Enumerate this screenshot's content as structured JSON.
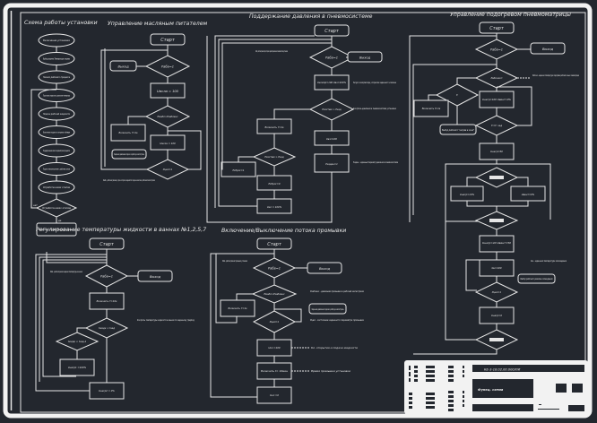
{
  "colors": {
    "background": "#23272e",
    "lines": "#e6e6e6",
    "frame": "#f2f2f2"
  },
  "sections": {
    "scheme": {
      "title": "Схема работы установки",
      "steps": [
        "Включение установки",
        "Выбор рецепта Температура нагрева",
        "Начало рабочего процесса",
        "Подготовка жидкости в диапазоне температур",
        "Подача рабочей жидкости",
        "Включение подачи и нагрев в таймере",
        "Поддержание всех параметров процесса",
        "Подача теплоносителя к рабочим зонам",
        "Отработка всех этапов"
      ],
      "yes": "да",
      "no": "нет",
      "end": "Выключение установки, Завершение процесса"
    },
    "pump": {
      "title": "Управление масляным питателем",
      "start": "Старт",
      "exit": "Выход",
      "cond1": "Рабв=1",
      "yes": "да",
      "no": "нет",
      "box1": "Uмсла = 100",
      "cond2": "Рмабл>Рзабланс",
      "box2": "Включить Y=1s",
      "box3": "Uмсла = 100",
      "note1": "Заданное давление подачи в рабочую магистраль",
      "cond3": "Рцел=1",
      "note2": "Rабв - рабочий режим, при котором задается подача масла в рабочей магистрали"
    },
    "pressure": {
      "title": "Поддержание давления в пневмосистеме",
      "start": "Старт",
      "exit": "Выход",
      "cond1": "Рабв=1",
      "yes": "да",
      "no": "нет",
      "note1": "Рабв - рабочий режим при котором задается давление в пневмосистеме установки",
      "box1": "Uкомпр=100 Uвз=100%",
      "note2": "Запуск компрессора, открытие заданного клапана",
      "cond2": "Рсистем > Рзад",
      "note3": "Контроль давления в пневмосистеме установки",
      "box2": "Включить Y=1s",
      "box3": "Uвз=100",
      "cond3": "Рсистем > Рзад",
      "box4": "Рсброс=1",
      "box5": "Рсброс=0",
      "box6": "Рзадан=1",
      "box7": "Uкл = 100%",
      "note4": "Рзадан - заданный параметр давления в пневмосистеме"
    },
    "temp_control": {
      "title": "Управление подогревом пневмоматрицы",
      "start": "Старт",
      "exit": "Выход",
      "cond1": "Рабв=1",
      "yes": "да",
      "no": "нет",
      "cond2": "Рабочая t",
      "note1": "Рабочая - заданная температура подогрева рабочей зоны в пневматрице",
      "cond3": "tº",
      "box1": "Uнагр=100 Uвент=0%",
      "box2": "Включить t=1s",
      "note2": "Выбор рабочего \"нагрев в зоне\"",
      "cond4": "tº=tº зад",
      "box3": "Uнагр=50",
      "box4": "Uнагр=10%",
      "box5": "Uвент=0%",
      "box6": "Uнагр=40 Uвент=50",
      "box7": "tвз=100",
      "note3": "tвз - заданная температура охлаждения",
      "note4": "Выбор рабочего режима охлаждения",
      "cond5": "Рцел=1",
      "box8": "Uнагр=0"
    },
    "liquid": {
      "title": "Регулирование температуры жидкости в ваннах №1,2,5,7",
      "start": "Старт",
      "exit": "Выход",
      "cond1": "Рабв=1",
      "yes": "да",
      "no": "нет",
      "note1": "Рабв - рабочий режим задания температуры в ваннах",
      "box1": "Включить Y=10s",
      "cond2": "tжидк < tзад",
      "note2": "Контроль температуры жидкости в ваннах по заданному графику",
      "cond3": "tжидк < tзад-1",
      "box2": "Uнагр1 =100%",
      "box3": "Uнагр2 = 0%"
    },
    "flow": {
      "title": "Включение/Выключение потока промывки",
      "start": "Старт",
      "exit": "Выход",
      "cond1": "Рабв=1",
      "yes": "да",
      "no": "нет",
      "note1": "Рабв - рабочий режим промывки установки",
      "cond2": "Рмабл>Рзабланс",
      "note2": "Рзабланс - давление промывки в рабочей магистрали",
      "box1": "Включить Y=1s",
      "note3": "Заданное давление подачи в рабочую магистраль",
      "cond3": "Рцел=1",
      "note4": "Рцел - состояние заданного параметра промывки",
      "box2": "Uкл =100",
      "note5": "Кл. открытия и подачи жидкости",
      "box3": "Включить t= 10мин",
      "note6": "Время промывки установки",
      "box4": "Uкл =0"
    }
  },
  "title_block": {
    "code": "КЕ-3-18.02.00.000/ПИ",
    "name": "Функц. схема"
  }
}
